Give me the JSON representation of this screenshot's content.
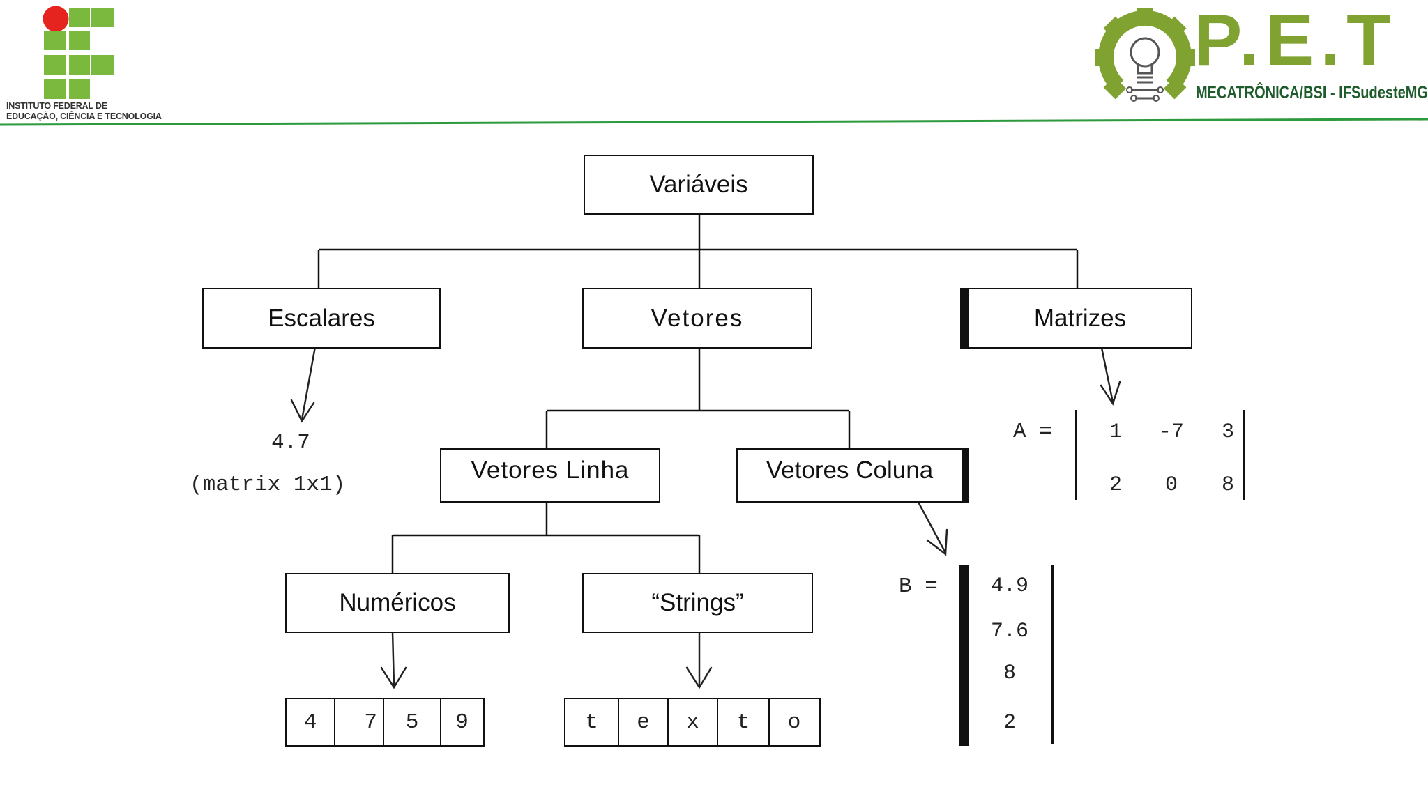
{
  "header": {
    "institute_caption_line1": "INSTITUTO FEDERAL DE",
    "institute_caption_line2": "EDUCAÇÃO, CIÊNCIA E TECNOLOGIA",
    "pet_title": "P.E.T",
    "pet_subtitle": "MECATRÔNICA/BSI - IFSudesteMG",
    "colors": {
      "if_green": "#7ab93d",
      "if_red": "#e52420",
      "pet_green": "#80a231",
      "pet_dark_green": "#1f5c2c",
      "rule_green": "#2e9a3e"
    }
  },
  "diagram": {
    "root": "Variáveis",
    "escalares": "Escalares",
    "vetores": "Vetores",
    "matrizes": "Matrizes",
    "vetores_linha": "Vetores Linha",
    "vetores_coluna": "Vetores Coluna",
    "numericos": "Numéricos",
    "strings": "“Strings”",
    "scalar_value": "4.7",
    "scalar_note": "(matrix 1x1)",
    "numeric_cells": [
      "4",
      "7",
      "5",
      "9"
    ],
    "string_cells": [
      "t",
      "e",
      "x",
      "t",
      "o"
    ],
    "matrix_a": {
      "label": "A =",
      "rows": [
        [
          "1",
          "-7",
          "3"
        ],
        [
          "2",
          "0",
          "8"
        ]
      ]
    },
    "matrix_b": {
      "label": "B =",
      "values": [
        "4.9",
        "7.6",
        "8",
        "2"
      ]
    }
  }
}
